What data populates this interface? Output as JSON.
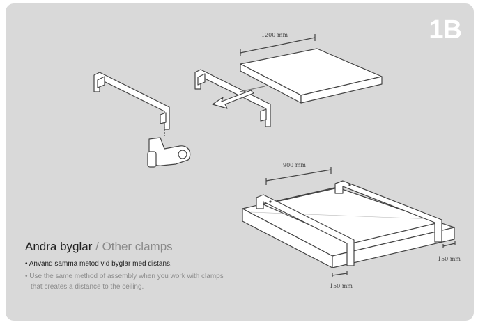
{
  "step_label": "1B",
  "title": {
    "sv": "Andra byglar",
    "separator": " / ",
    "en": "Other clamps"
  },
  "bullets": {
    "sv": "• Använd samma metod vid byglar med distans.",
    "en_line1": "• Use the same method of assembly when you work with clamps",
    "en_line2": "that creates a distance to the ceiling."
  },
  "dimensions": {
    "board_length": "1200 mm",
    "spacing": "900 mm",
    "offset_front": "150 mm",
    "offset_right": "150 mm"
  },
  "colors": {
    "panel": "#d9d9d9",
    "stroke": "#444444"
  }
}
